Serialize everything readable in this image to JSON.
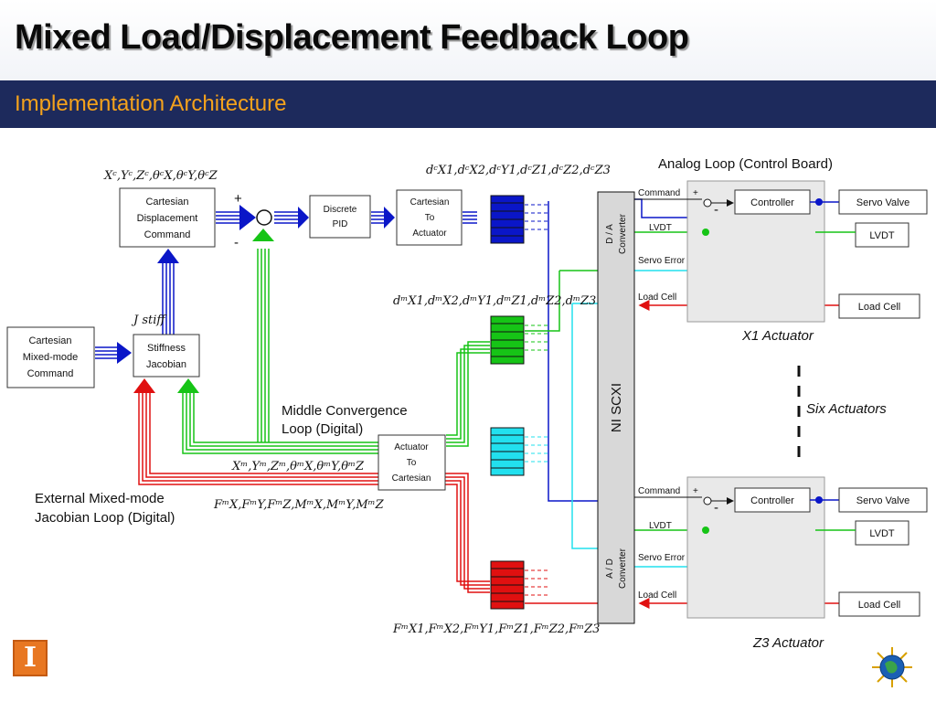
{
  "title": "Mixed Load/Displacement Feedback Loop",
  "subtitle": "Implementation Architecture",
  "blocks": {
    "cartesian_disp": [
      "Cartesian",
      "Displacement",
      "Command"
    ],
    "cartesian_mixed": [
      "Cartesian",
      "Mixed-mode",
      "Command"
    ],
    "stiffness": [
      "Stiffness",
      "Jacobian"
    ],
    "pid": [
      "Discrete",
      "PID"
    ],
    "cart_to_act": [
      "Cartesian",
      "To",
      "Actuator"
    ],
    "act_to_cart": [
      "Actuator",
      "To",
      "Cartesian"
    ],
    "ni_scxi": "NI SCXI",
    "da": [
      "D / A",
      "Converter"
    ],
    "ad": [
      "A / D",
      "Converter"
    ]
  },
  "signs": {
    "plus": "+",
    "minus": "-"
  },
  "math": {
    "xc": "Xᶜ,Yᶜ,Zᶜ,θᶜX,θᶜY,θᶜZ",
    "dc": "dᶜX1,dᶜX2,dᶜY1,dᶜZ1,dᶜZ2,dᶜZ3",
    "dm": "dᵐX1,dᵐX2,dᵐY1,dᵐZ1,dᵐZ2,dᵐZ3",
    "jstiff": "J stiff",
    "xm": "Xᵐ,Yᵐ,Zᵐ,θᵐX,θᵐY,θᵐZ",
    "fm": "FᵐX,FᵐY,FᵐZ,MᵐX,MᵐY,MᵐZ",
    "fm6": "FᵐX1,FᵐX2,FᵐY1,FᵐZ1,FᵐZ2,FᵐZ3"
  },
  "notes": {
    "middle": [
      "Middle Convergence",
      "Loop (Digital)"
    ],
    "external": [
      "External Mixed-mode",
      "Jacobian Loop (Digital)"
    ],
    "analog": "Analog Loop (Control Board)",
    "six": "Six Actuators",
    "x1": "X1 Actuator",
    "z3": "Z3 Actuator"
  },
  "actuator": {
    "controller": "Controller",
    "servo_valve": "Servo Valve",
    "lvdt": "LVDT",
    "load_cell": "Load Cell",
    "command": "Command",
    "servo_error": "Servo Error"
  },
  "colors": {
    "header_bar": "#1d2a5c",
    "subtitle": "#f4a21c",
    "blue": "#0a16c8",
    "green": "#16c416",
    "red": "#e01010",
    "cyan": "#22e0ee"
  }
}
